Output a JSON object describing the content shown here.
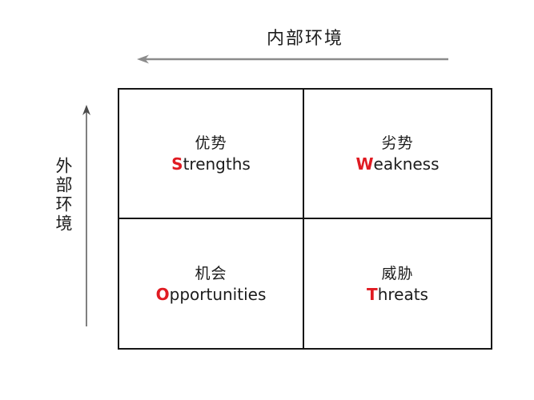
{
  "axes": {
    "internal_label": "内部环境",
    "external_label": "外部环境"
  },
  "quadrants": [
    {
      "key": "strengths",
      "zh": "优势",
      "initial": "S",
      "rest": "trengths"
    },
    {
      "key": "weakness",
      "zh": "劣势",
      "initial": "W",
      "rest": "eakness"
    },
    {
      "key": "opportunities",
      "zh": "机会",
      "initial": "O",
      "rest": "pportunities"
    },
    {
      "key": "threats",
      "zh": "威胁",
      "initial": "T",
      "rest": "hreats"
    }
  ],
  "colors": {
    "accent_red": "#e01b22",
    "arrow_gray": "#8c8c8c",
    "border_black": "#161616",
    "text_black": "#1c1c1c"
  }
}
